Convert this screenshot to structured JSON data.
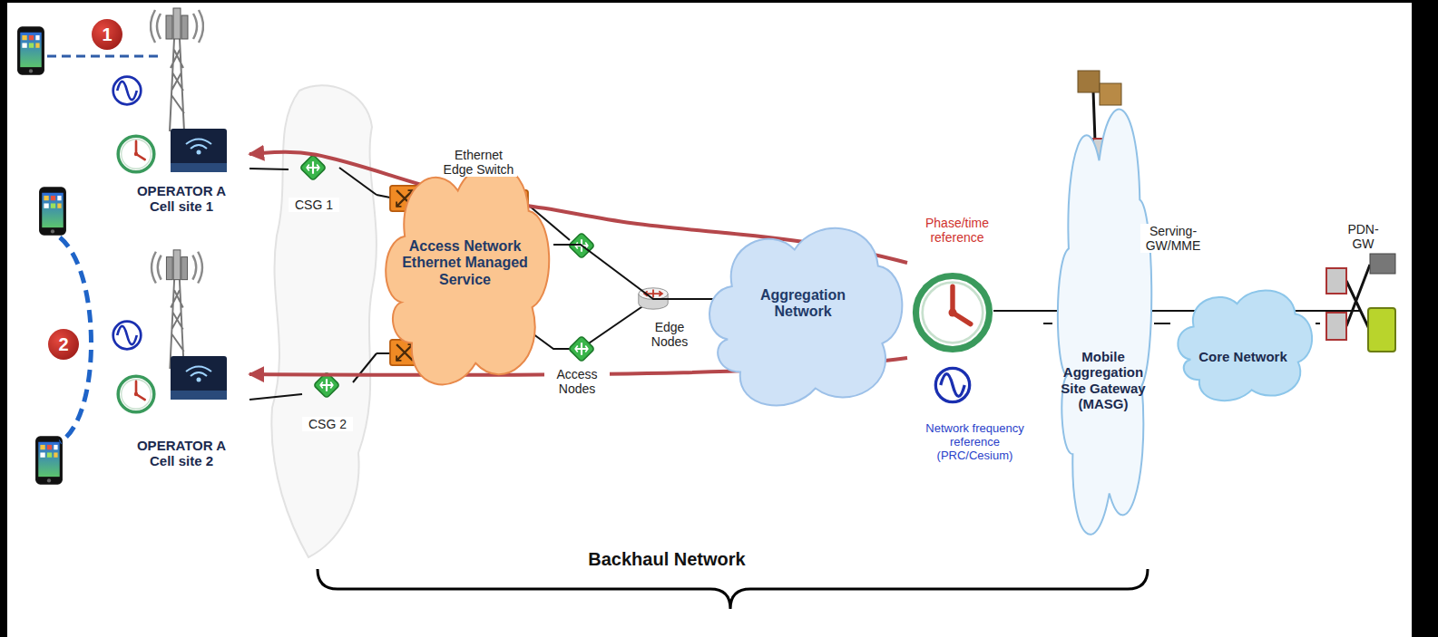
{
  "diagram": {
    "nodes": [
      {
        "text": [
          "OPERATOR A Cell site 1"
        ]
      },
      {
        "text": [
          "CSG 1"
        ]
      },
      {
        "text": [
          "Access Network Ethernet Managed Service"
        ]
      },
      {
        "text": [
          "OPERATOR A Cell site 2"
        ]
      },
      {
        "text": [
          "CSG 2"
        ]
      },
      {
        "text": [
          "Aggregation Network"
        ]
      },
      {
        "text": [
          "Phase/time reference",
          "Network frequency reference (PRC/Cesium)"
        ]
      },
      {
        "text": [
          "Mobile Aggregation Site Gateway (MASG)"
        ]
      },
      {
        "text": [
          "Serving-GW/MME"
        ],
        "in": 7
      },
      {
        "text": [
          "Core Network"
        ]
      },
      {
        "text": [
          "PDN-GW"
        ]
      }
    ],
    "edges": [
      {
        "from": 0,
        "to": 1,
        "arrow": "none"
      },
      {
        "from": 1,
        "to": 2,
        "arrow": "none"
      },
      {
        "from": 3,
        "to": 4,
        "arrow": "none"
      },
      {
        "from": 4,
        "to": 2,
        "arrow": "none"
      },
      {
        "from": 2,
        "to": 5,
        "arrow": "none"
      },
      {
        "from": 6,
        "to": 7,
        "arrow": "none"
      },
      {
        "from": 7,
        "to": 9,
        "arrow": "none"
      },
      {
        "from": 9,
        "to": 10,
        "arrow": "none"
      },
      {
        "from": 6,
        "to": 0,
        "arrow": "to"
      },
      {
        "from": 6,
        "to": 3,
        "arrow": "to"
      }
    ],
    "labels": [
      "1",
      "2",
      "Ethernet Edge Switch",
      "Access Nodes",
      "Edge Nodes",
      "Backhaul Network"
    ]
  }
}
